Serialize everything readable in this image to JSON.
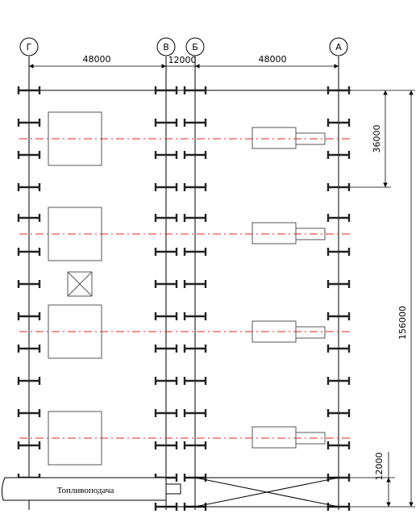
{
  "axes": [
    {
      "id": "axis-g",
      "label": "Г"
    },
    {
      "id": "axis-v",
      "label": "В"
    },
    {
      "id": "axis-b",
      "label": "Б"
    },
    {
      "id": "axis-a",
      "label": "А"
    }
  ],
  "dimensions": {
    "span_left": "48000",
    "span_middle": "12000",
    "span_right": "48000",
    "step_vertical": "36000",
    "total_vertical": "156000",
    "bottom_bay": "12000"
  },
  "labels": {
    "fuel_supply": "Топливоподача"
  },
  "colors": {
    "line": "#000000",
    "equipment": "#555555",
    "centerline": "#e0281e"
  }
}
